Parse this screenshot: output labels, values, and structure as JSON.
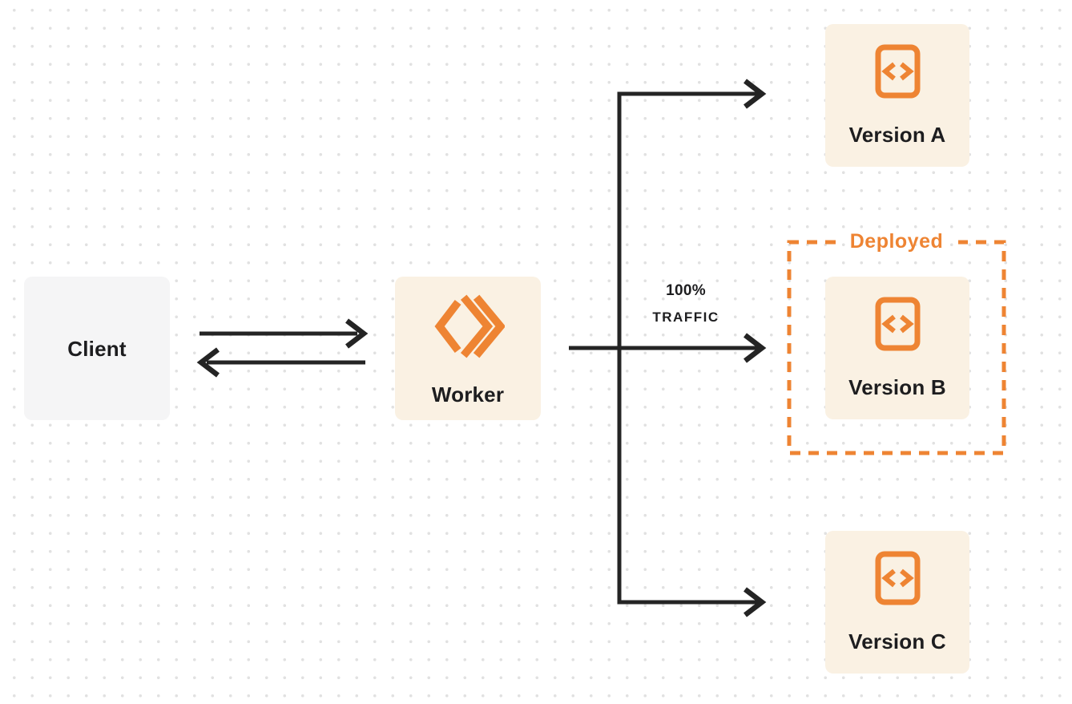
{
  "colors": {
    "accent_orange": "#EE8433",
    "node_fill_orange": "#FAF1E3",
    "node_fill_gray": "#F5F5F6",
    "arrow_black": "#242424",
    "label_text": "#1D1D1F",
    "background_dot": "#E1E1E1",
    "background": "#FFFFFF"
  },
  "nodes": {
    "client": {
      "label": "Client"
    },
    "worker": {
      "label": "Worker",
      "icon": "workers-logo-icon"
    },
    "version_a": {
      "label": "Version A",
      "icon": "code-file-icon"
    },
    "version_b": {
      "label": "Version B",
      "icon": "code-file-icon"
    },
    "version_c": {
      "label": "Version C",
      "icon": "code-file-icon"
    }
  },
  "annotations": {
    "deployed": "Deployed",
    "traffic_percent": "100%",
    "traffic_word": "TRAFFIC"
  }
}
